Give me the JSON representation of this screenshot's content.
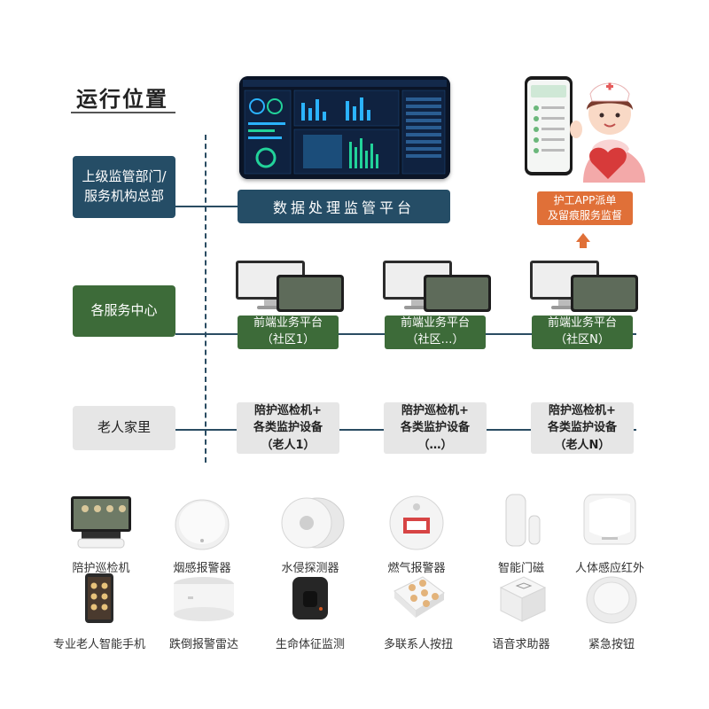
{
  "heading": "运行位置",
  "categories": [
    {
      "id": "upper",
      "lines": [
        "上级监管部门/",
        "服务机构总部"
      ]
    },
    {
      "id": "centers",
      "lines": [
        "各服务中心"
      ]
    },
    {
      "id": "home",
      "lines": [
        "老人家里"
      ]
    }
  ],
  "platform": {
    "label": "数据处理监管平台"
  },
  "nurse_app": {
    "lines": [
      "护工APP派单",
      "及留痕服务监督"
    ]
  },
  "service_platforms": [
    {
      "line1": "前端业务平台",
      "line2": "（社区1）"
    },
    {
      "line1": "前端业务平台",
      "line2": "（社区…）"
    },
    {
      "line1": "前端业务平台",
      "line2": "（社区N）"
    }
  ],
  "home_devices": [
    {
      "line1": "陪护巡检机+",
      "line2": "各类监护设备",
      "line3": "（老人1）"
    },
    {
      "line1": "陪护巡检机+",
      "line2": "各类监护设备",
      "line3": "（…）"
    },
    {
      "line1": "陪护巡检机+",
      "line2": "各类监护设备",
      "line3": "（老人N）"
    }
  ],
  "devices": [
    {
      "label": "陪护巡检机",
      "icon": "inspection-tablet-icon"
    },
    {
      "label": "烟感报警器",
      "icon": "smoke-detector-icon"
    },
    {
      "label": "水侵探测器",
      "icon": "water-leak-detector-icon"
    },
    {
      "label": "燃气报警器",
      "icon": "gas-alarm-icon"
    },
    {
      "label": "智能门磁",
      "icon": "door-sensor-icon"
    },
    {
      "label": "人体感应红外",
      "icon": "pir-sensor-icon"
    },
    {
      "label": "专业老人智能手机",
      "icon": "elder-phone-icon"
    },
    {
      "label": "跌倒报警雷达",
      "icon": "fall-radar-icon"
    },
    {
      "label": "生命体征监测",
      "icon": "vital-monitor-icon"
    },
    {
      "label": "多联系人按扭",
      "icon": "multi-contact-button-icon"
    },
    {
      "label": "语音求助器",
      "icon": "voice-help-icon"
    },
    {
      "label": "紧急按钮",
      "icon": "emergency-button-icon"
    }
  ],
  "colors": {
    "navy": "#254d66",
    "green": "#3d6b39",
    "orange": "#e07038",
    "gray": "#e6e6e6"
  }
}
